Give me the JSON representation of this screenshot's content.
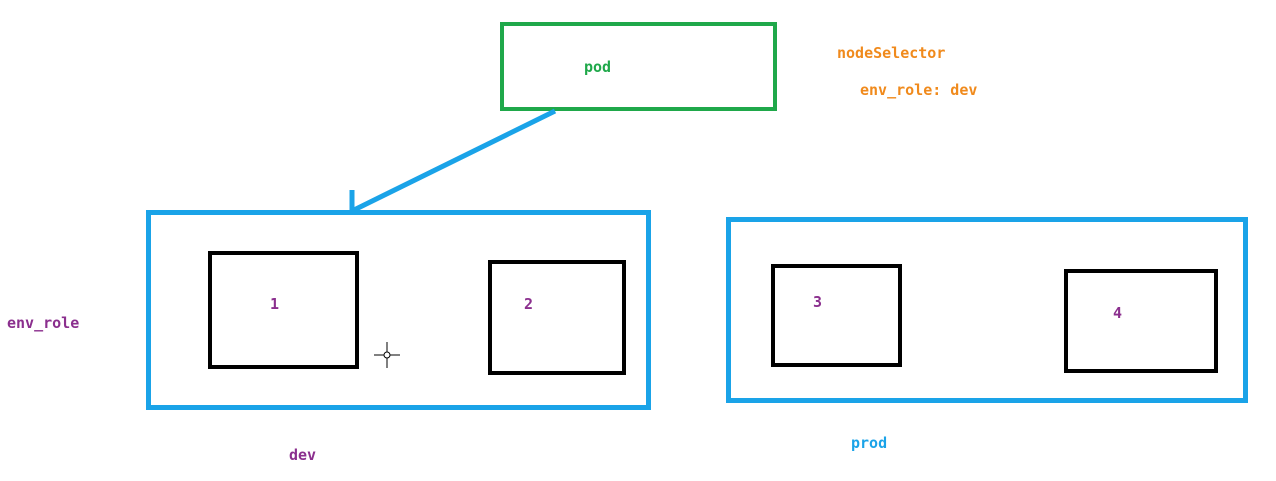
{
  "pod": {
    "label": "pod",
    "color": "#1fa84a"
  },
  "selector": {
    "key_label": "nodeSelector",
    "value_label": "env_role: dev",
    "color": "#f08a1c"
  },
  "node_label_key": {
    "text": "env_role",
    "color": "#8b2f8e"
  },
  "groups": [
    {
      "name": "dev",
      "color": "#8b2f8e",
      "border_color": "#1aa3e8",
      "nodes": [
        "1",
        "2"
      ]
    },
    {
      "name": "prod",
      "color": "#1aa3e8",
      "border_color": "#1aa3e8",
      "nodes": [
        "3",
        "4"
      ]
    }
  ],
  "arrow": {
    "from": "pod",
    "to": "dev",
    "color": "#1aa3e8"
  },
  "node_colors": {
    "border": "#000000",
    "text": "#8b2f8e"
  }
}
